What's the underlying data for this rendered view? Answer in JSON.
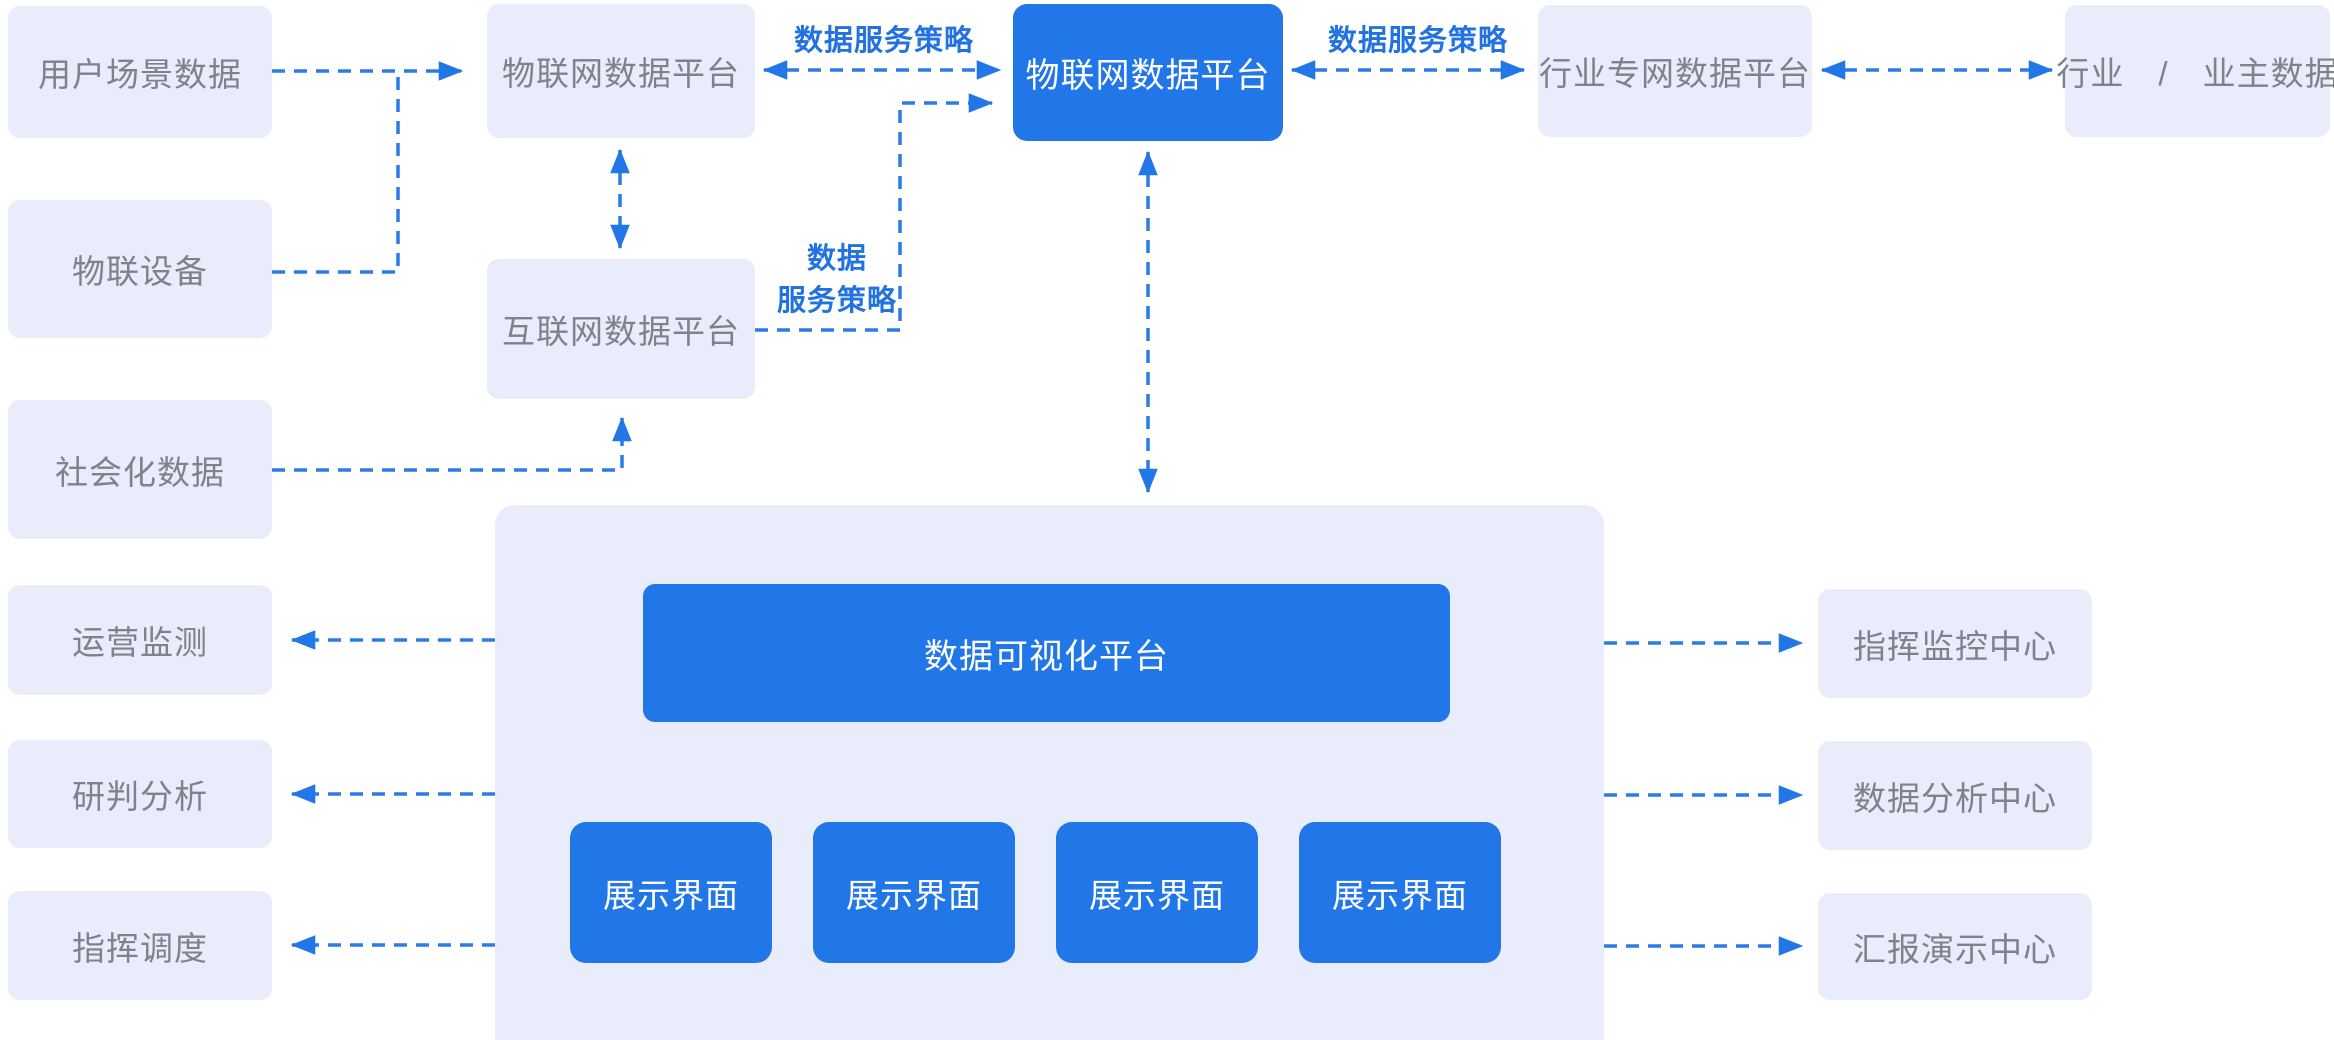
{
  "colors": {
    "accent_blue": "#2176E8",
    "light_box_fill": "#E9EDFB",
    "gray_text": "#7E828C",
    "label_blue": "#2272E2",
    "connector_blue": "#2B7CE8"
  },
  "left_column": {
    "sources": [
      {
        "label": "用户场景数据"
      },
      {
        "label": "物联设备"
      },
      {
        "label": "社会化数据"
      }
    ],
    "consumers": [
      {
        "label": "运营监测"
      },
      {
        "label": "研判分析"
      },
      {
        "label": "指挥调度"
      }
    ]
  },
  "platforms": {
    "iot_left": "物联网数据平台",
    "internet": "互联网数据平台",
    "iot_center": "物联网数据平台",
    "industry_private": "行业专网数据平台",
    "industry_owner": "行业　/　业主数据"
  },
  "edge_labels": {
    "policy_left": "数据服务策略",
    "policy_right": "数据服务策略",
    "policy_small_line1": "数据",
    "policy_small_line2": "服务策略"
  },
  "visualization": {
    "platform_label": "数据可视化平台",
    "panels": [
      {
        "label": "展示界面"
      },
      {
        "label": "展示界面"
      },
      {
        "label": "展示界面"
      },
      {
        "label": "展示界面"
      }
    ]
  },
  "right_column": {
    "centers": [
      {
        "label": "指挥监控中心"
      },
      {
        "label": "数据分析中心"
      },
      {
        "label": "汇报演示中心"
      }
    ]
  }
}
